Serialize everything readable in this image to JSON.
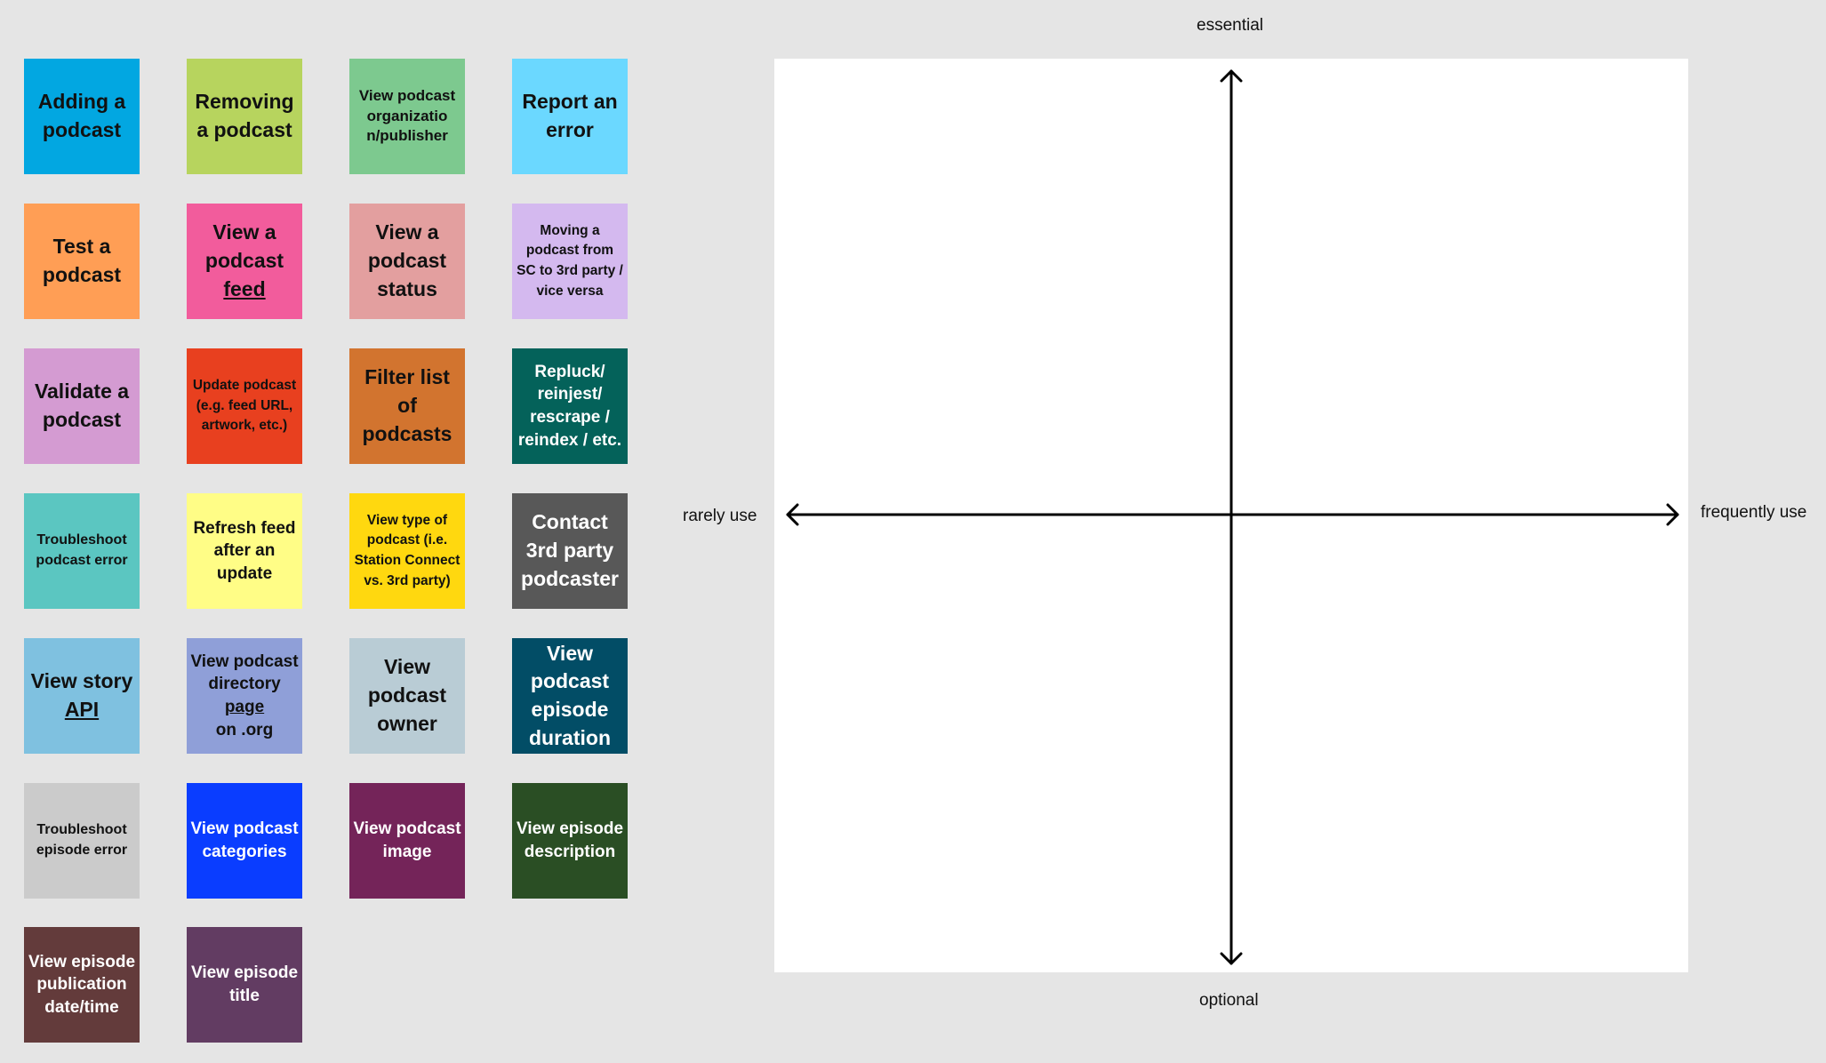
{
  "stickies": [
    {
      "text": "Adding a podcast",
      "color": "#02a7e1"
    },
    {
      "text": "Removing a podcast",
      "color": "#b7d45e"
    },
    {
      "text": "View podcast organizatio n/publisher",
      "color": "#7dc98f"
    },
    {
      "text": "Report an error",
      "color": "#6bd8ff"
    },
    {
      "text": "Test a podcast",
      "color": "#ff9e55"
    },
    {
      "text": "View a podcast",
      "text_link": "feed",
      "color": "#f25c9c"
    },
    {
      "text": "View a podcast status",
      "color": "#e39f9f"
    },
    {
      "text": "Moving a podcast from SC to 3rd party / vice versa",
      "color": "#d4b9ef"
    },
    {
      "text": "Validate a podcast",
      "color": "#d49bd2"
    },
    {
      "text": "Update podcast (e.g. feed URL, artwork, etc.)",
      "color": "#e8401f"
    },
    {
      "text": "Filter list of podcasts",
      "color": "#d2742f"
    },
    {
      "text": "Repluck/ reinjest/ rescrape / reindex / etc.",
      "color": "#04625a"
    },
    {
      "text": "Troubleshoot podcast error",
      "color": "#5bc6c1"
    },
    {
      "text": "Refresh feed after an update",
      "color": "#fffd86"
    },
    {
      "text": "View type of podcast (i.e. Station Connect vs. 3rd party)",
      "color": "#ffd80f"
    },
    {
      "text": "Contact 3rd party podcaster",
      "color": "#585858"
    },
    {
      "text": "View story",
      "text_link": "API",
      "color": "#7fc1e0"
    },
    {
      "text": "View podcast directory",
      "text_link": "page",
      "text_after": " on .org",
      "color": "#8f9fd8"
    },
    {
      "text": "View podcast owner",
      "color": "#b9ccd5"
    },
    {
      "text": "View podcast episode duration",
      "color": "#024d66"
    },
    {
      "text": "Troubleshoot episode error",
      "color": "#cbcbcb"
    },
    {
      "text": "View podcast categories",
      "color": "#0a3dff"
    },
    {
      "text": "View podcast image",
      "color": "#742459"
    },
    {
      "text": "View episode description",
      "color": "#2a4e24"
    },
    {
      "text": "View episode publication date/time",
      "color": "#633b3b"
    },
    {
      "text": "View episode title",
      "color": "#623c62"
    }
  ],
  "axes": {
    "top": "essential",
    "bottom": "optional",
    "left": "rarely use",
    "right": "frequently use"
  },
  "colors": {
    "canvas": "#e5e5e5",
    "quadrant": "#ffffff",
    "axis": "#000000"
  }
}
